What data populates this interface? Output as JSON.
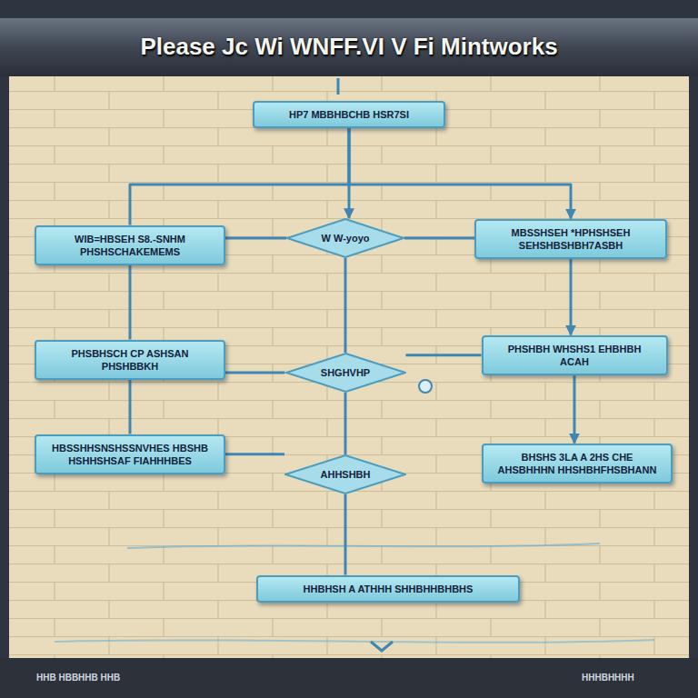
{
  "diagram": {
    "title": "Please Jc Wi WNFF.VI V Fi Mintworks",
    "nodes": [
      {
        "text": [
          "HP7 MBBHBCHB HSR7SI"
        ]
      },
      {
        "text": [
          "WIB=HBSEH S8.-SNHM PHSHSCHAKEMEMS"
        ]
      },
      {
        "text": [
          "W W-yoyo"
        ]
      },
      {
        "text": [
          "MBSSHSEH *HPHSHSEH SEHSHBSHBH7ASBH"
        ]
      },
      {
        "text": [
          "PHSBHSCH CP ASHSAN PHSHBBKH"
        ]
      },
      {
        "text": [
          "SHGHVHP"
        ]
      },
      {
        "text": [
          "PHSHBH WHSHS1 EHBHBH ACAH"
        ]
      },
      {
        "text": [
          "HBSSHHSNSHSSNVHES HBSHB HSHHSHSAF FIAHHHBES"
        ]
      },
      {
        "text": [
          "AHHSHBH"
        ]
      },
      {
        "text": [
          "BHSHS 3LA A 2HS CHE AHSBHHHN HHSHBHFHSBHANN"
        ]
      },
      {
        "text": [
          "HHBHSH A ATHHH SHHBHHBHBHS"
        ]
      }
    ],
    "edges": [
      {
        "from": 0,
        "to": 1,
        "arrow": "none"
      },
      {
        "from": 0,
        "to": 3,
        "arrow": "to"
      },
      {
        "from": 0,
        "to": 2,
        "arrow": "to"
      },
      {
        "from": 2,
        "to": 1,
        "arrow": "none"
      },
      {
        "from": 2,
        "to": 3,
        "arrow": "none"
      },
      {
        "from": 1,
        "to": 4,
        "arrow": "none"
      },
      {
        "from": 3,
        "to": 6,
        "arrow": "to"
      },
      {
        "from": 6,
        "to": 9,
        "arrow": "to"
      },
      {
        "from": 2,
        "to": 5,
        "arrow": "none"
      },
      {
        "from": 5,
        "to": 4,
        "arrow": "none"
      },
      {
        "from": 5,
        "to": 6,
        "arrow": "none"
      },
      {
        "from": 5,
        "to": 8,
        "arrow": "none"
      },
      {
        "from": 8,
        "to": 7,
        "arrow": "none"
      },
      {
        "from": 4,
        "to": 7,
        "arrow": "none"
      },
      {
        "from": 8,
        "to": 10,
        "arrow": "none"
      }
    ],
    "labels": [
      "HHB HBBHHB HHB",
      "HHHBHHHH"
    ]
  }
}
